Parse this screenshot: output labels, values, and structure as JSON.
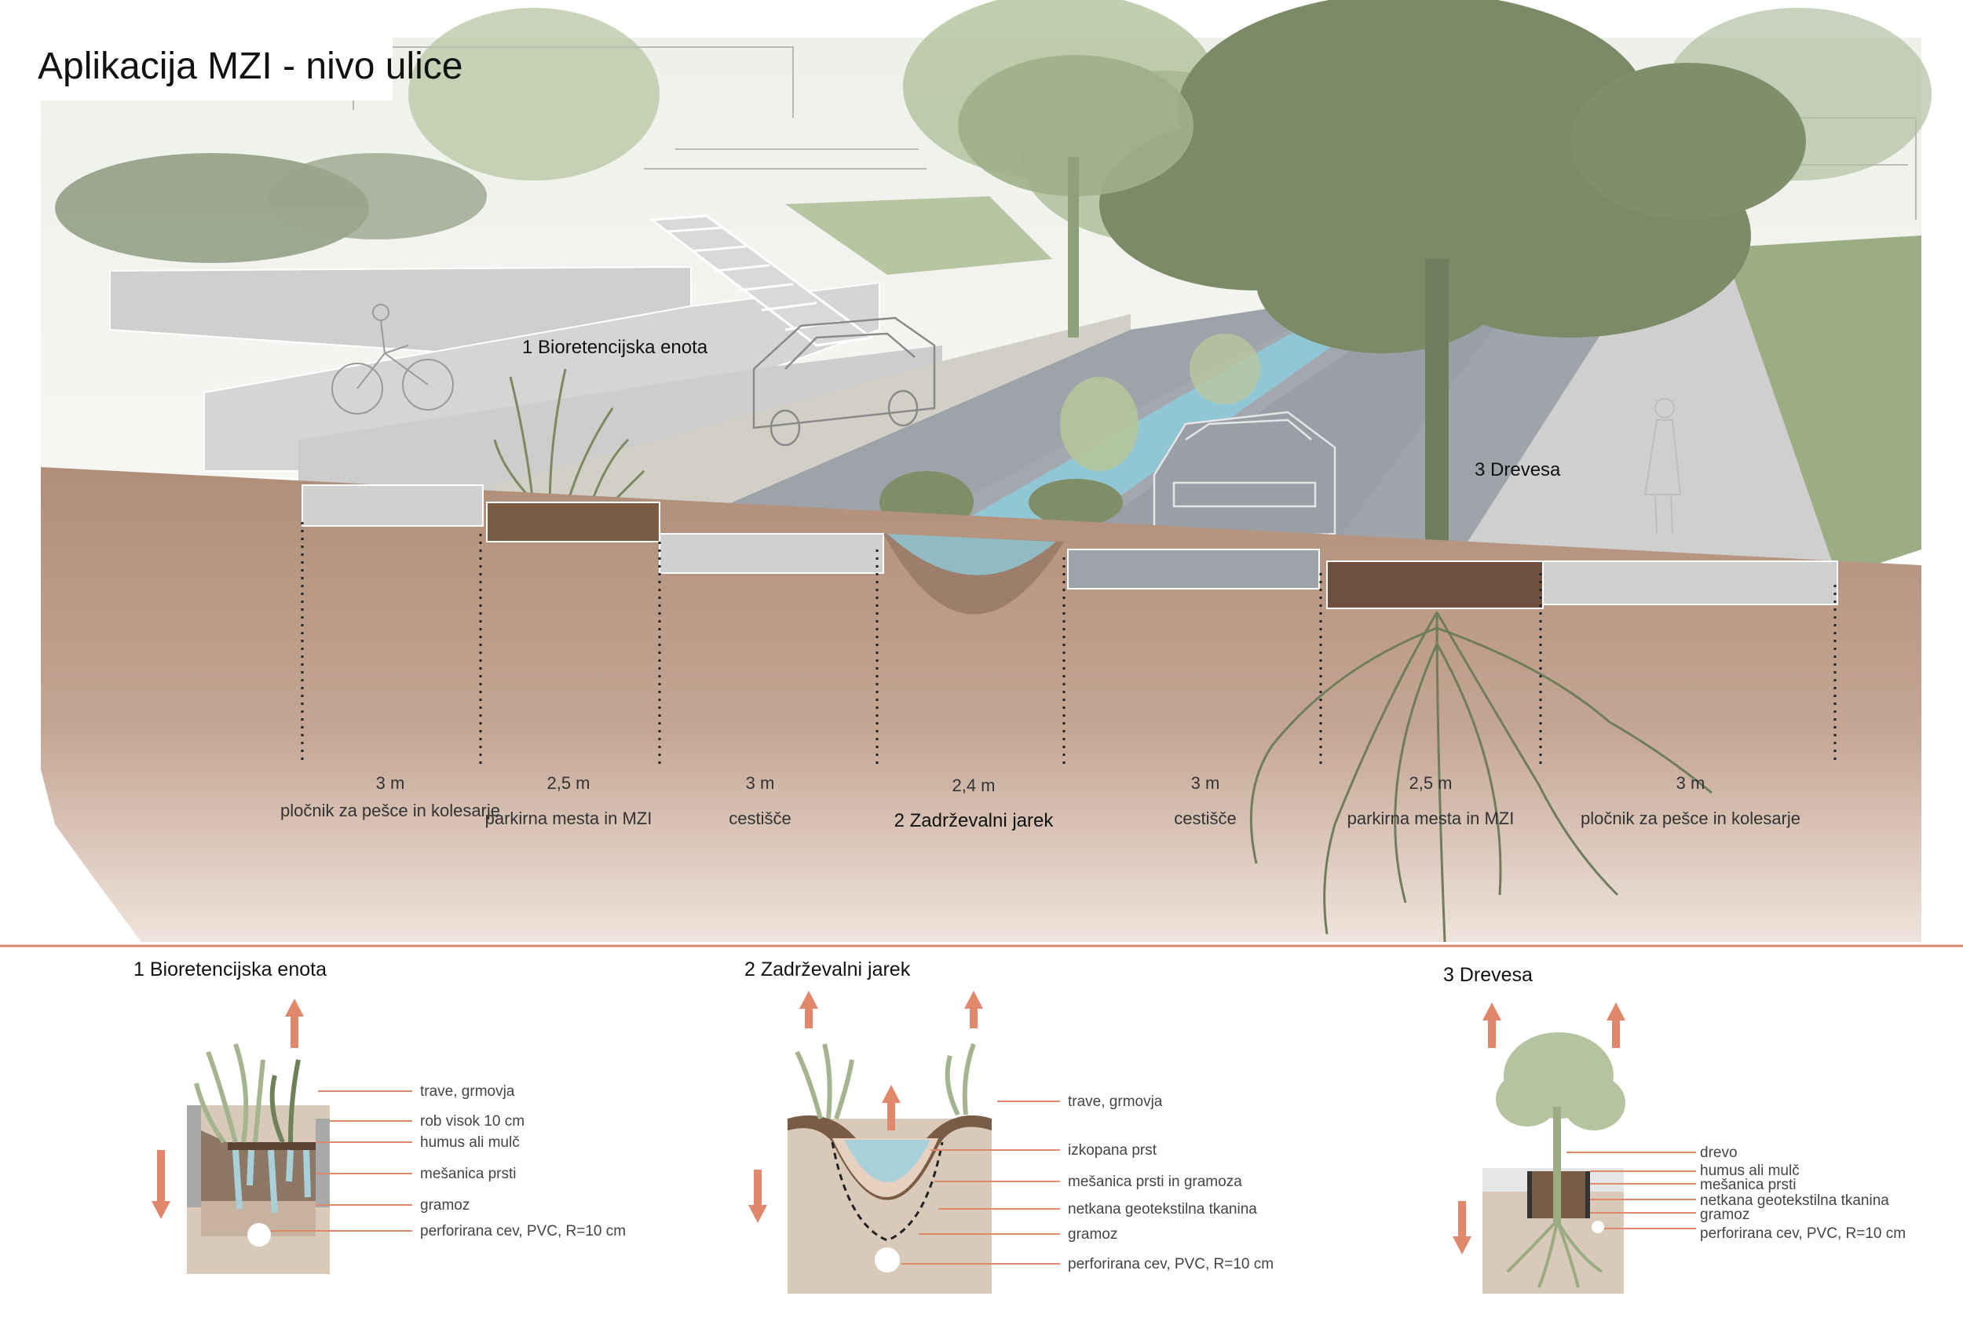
{
  "title": "Aplikacija MZI - nivo ulice",
  "callouts": {
    "bioretention": "1 Bioretencijska enota",
    "trees": "3 Drevesa"
  },
  "sections": [
    {
      "width": "3 m",
      "label": "pločnik za pešce in kolesarje"
    },
    {
      "width": "2,5 m",
      "label": "parkirna mesta in MZI"
    },
    {
      "width": "3 m",
      "label": "cestišče"
    },
    {
      "width": "2,4 m",
      "label": "2 Zadrževalni jarek"
    },
    {
      "width": "3 m",
      "label": "cestišče"
    },
    {
      "width": "2,5 m",
      "label": "parkirna mesta in MZI"
    },
    {
      "width": "3 m",
      "label": "pločnik za pešce in kolesarje"
    }
  ],
  "details": [
    {
      "title": "1 Bioretencijska enota",
      "layers": [
        "trave, grmovja",
        "rob visok 10 cm",
        "humus ali mulč",
        "mešanica prsti",
        "gramoz",
        "perforirana cev, PVC, R=10 cm"
      ]
    },
    {
      "title": "2 Zadrževalni jarek",
      "layers": [
        "trave, grmovja",
        "izkopana prst",
        "mešanica prsti in gramoza",
        "netkana geotekstilna tkanina",
        "gramoz",
        "perforirana cev, PVC, R=10 cm"
      ]
    },
    {
      "title": "3 Drevesa",
      "layers": [
        "drevo",
        "humus ali mulč",
        "mešanica prsti",
        "netkana geotekstilna tkanina",
        "gramoz",
        "perforirana cev, PVC, R=10 cm"
      ]
    }
  ],
  "colors": {
    "soil": "#b49582",
    "soil_light": "#dcc9bb",
    "pavement": "#c9c9c9",
    "road": "#9a9ea5",
    "grass": "#9bab82",
    "tree": "#7a8a65",
    "water": "#8fc9d8",
    "accent": "#e0876c",
    "divider": "#d98a73"
  }
}
